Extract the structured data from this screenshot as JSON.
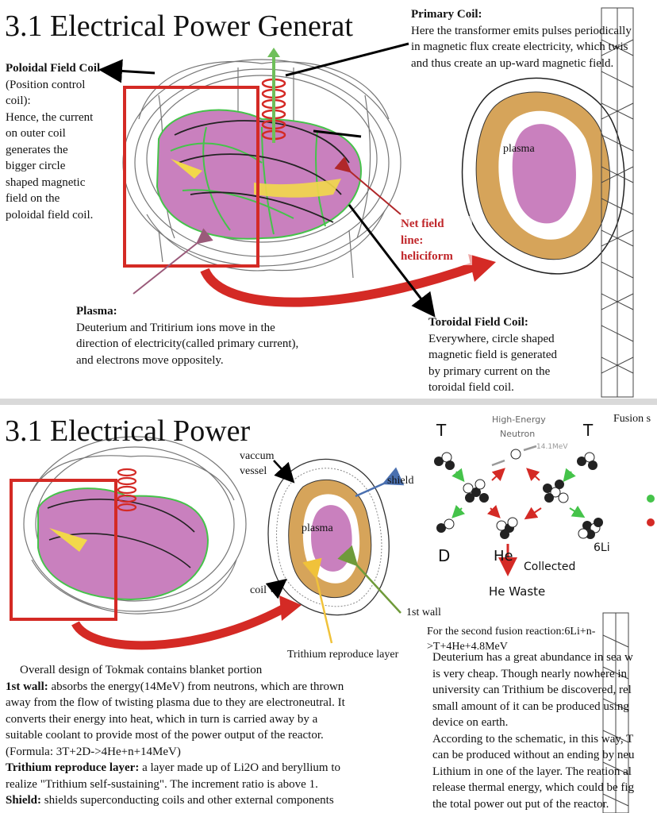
{
  "slide1": {
    "title": "3.1 Electrical Power Generat",
    "poloidal": {
      "heading": "Poloidal Field Coil",
      "lines": [
        "(Position control",
        "coil):",
        "Hence, the current",
        "on outer coil",
        "generates the",
        "bigger circle",
        "shaped magnetic",
        "field on the",
        "poloidal field coil."
      ]
    },
    "primary": {
      "heading": "Primary Coil:",
      "lines": [
        "Here the transformer emits pulses periodically",
        "in magnetic flux create electricity, which twis",
        "and thus create an up-ward magnetic field."
      ]
    },
    "plasma_label": "plasma",
    "net_field": [
      "Net field",
      "line:",
      "heliciform"
    ],
    "plasma_desc": {
      "heading": "Plasma:",
      "lines": [
        "Deuterium and Tritirium ions move in the",
        "direction of electricity(called primary current),",
        "and electrons move oppositely."
      ]
    },
    "toroidal": {
      "heading": "Toroidal Field Coil:",
      "lines": [
        "Everywhere, circle shaped",
        "magnetic field is generated",
        "by primary current on the",
        "toroidal field coil."
      ]
    }
  },
  "slide2": {
    "title": "3.1 Electrical Power",
    "labels": {
      "vaccum": "vaccum",
      "vessel": "vessel",
      "shield": "shield",
      "plasma": "plasma",
      "coil": "coil",
      "first_wall": "1st wall",
      "trithium": "Trithium reproduce layer"
    },
    "fusion": {
      "title": "Fusion s",
      "high_energy": "High-Energy",
      "neutron": "Neutron",
      "energy": "14.1MeV",
      "t_left": "T",
      "t_right": "T",
      "d": "D",
      "he": "He",
      "li": "6Li",
      "collected": "Collected",
      "he_waste": "He Waste"
    },
    "second_reaction": [
      "For the second fusion reaction:6Li+n-",
      ">T+4He+4.8MeV"
    ],
    "right_text": [
      "Deuterium has a great abundance in sea w",
      "is very cheap. Though nearly nowhere in",
      "university can Trithium be discovered, rel",
      "small amount of it can be produced using",
      "device on earth.",
      "According to the schematic, in this way, T",
      "can be produced without an ending by neu",
      "Lithium in one of the layer. The reation al",
      "release thermal energy, which could be fig",
      "the total power out put of the reactor."
    ],
    "body": {
      "intro": "Overall design of Tokmak contains blanket portion",
      "first_wall_label": "1st wall:",
      "first_wall_text": " absorbs the energy(14MeV) from neutrons, which are thrown",
      "first_wall_lines": [
        "away from the flow of twisting plasma due to they are electroneutral. It",
        "converts their energy into heat, which in turn is carried away by a",
        "suitable coolant to provide most of the power output of the reactor.",
        "(Formula: 3T+2D->4He+n+14MeV)"
      ],
      "trithium_label": "Trithium reproduce layer:",
      "trithium_text": " a layer made up of Li2O and beryllium to",
      "trithium_lines": [
        "realize \"Trithium self-sustaining\". The increment ratio is above 1."
      ],
      "shield_label": "Shield:",
      "shield_text": " shields superconducting coils and other external components"
    }
  },
  "colors": {
    "plasma": "#c980be",
    "blanket": "#d6a45a",
    "red_arrow": "#d42a25",
    "green": "#45c34a",
    "yellow": "#f2d84a",
    "blue_arrow": "#4a70b0",
    "olive_arrow": "#6f9a3a"
  }
}
